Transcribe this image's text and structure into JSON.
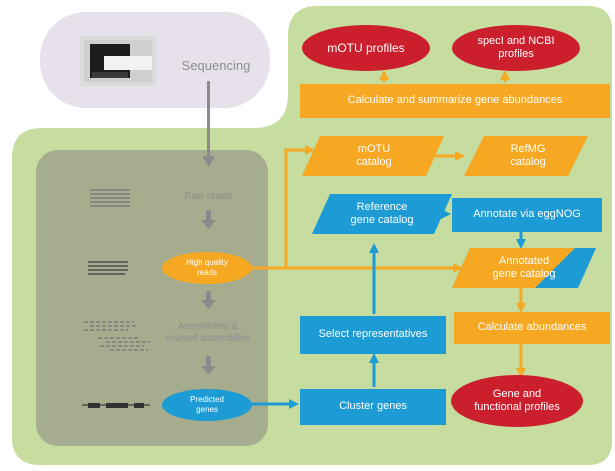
{
  "colors": {
    "green_panel": "#c6dd9f",
    "grey_panel": "#a5ad8e",
    "sequencing_box": "#e6e1ea",
    "orange": "#f7a823",
    "blue": "#1c9bd5",
    "red": "#cc1f2e",
    "grey_arrow": "#8b8b8b"
  },
  "sequencing": {
    "label": "Sequencing",
    "icon": "sequencer-machine-icon"
  },
  "steps": {
    "raw_reads": "Raw reads",
    "high_quality_reads": "High quality\nreads",
    "assemblies": "Assemblies &\nrevised assemblies",
    "predicted_genes": "Predicted\ngenes"
  },
  "nodes": {
    "motu_profiles": "mOTU profiles",
    "speci_ncbi_profiles": "specI and NCBI\nprofiles",
    "calc_summarize": "Calculate and summarize gene abundances",
    "motu_catalog": "mOTU\ncatalog",
    "refmg_catalog": "RefMG\ncatalog",
    "reference_catalog": "Reference\ngene catalog",
    "annotate_eggnog": "Annotate via eggNOG",
    "annotated_catalog": "Annotated\ngene catalog",
    "select_representatives": "Select representatives",
    "calculate_abundances": "Calculate abundances",
    "cluster_genes": "Cluster genes",
    "gene_functional_profiles": "Gene and\nfunctional profiles"
  }
}
